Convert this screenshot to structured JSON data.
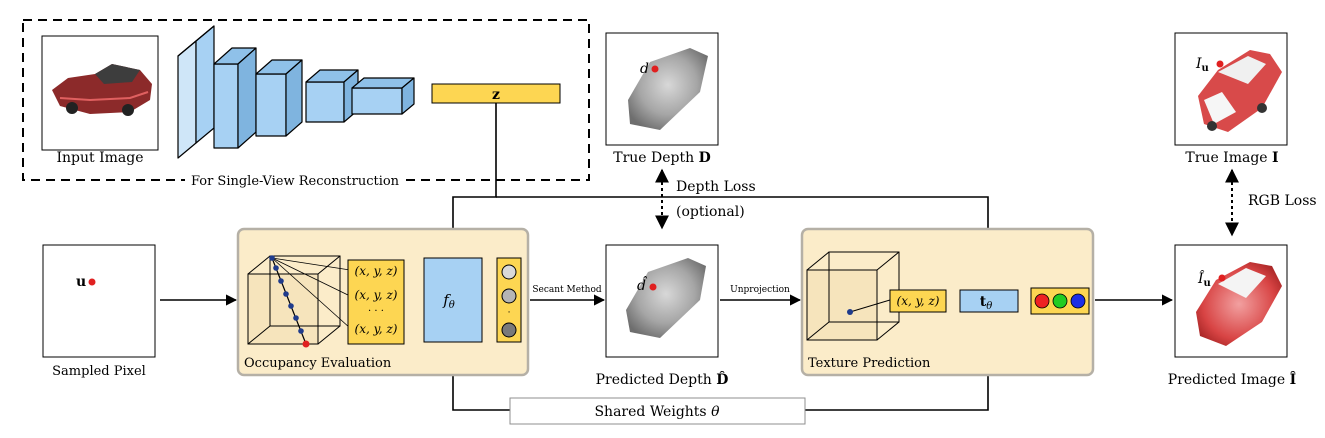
{
  "colors": {
    "encoder_blue": "#a7d1f3",
    "latent_yellow": "#fdd652",
    "panel_fill": "#fbecc9",
    "panel_border": "#b5b0a6",
    "point_red": "#e02020",
    "rgb_red": "#ee2222",
    "rgb_green": "#22cc22",
    "rgb_blue": "#1b2ee6",
    "gray_dots": [
      "#d9d9d9",
      "#b5b5b5",
      "#7a7a7a"
    ]
  },
  "encoder": {
    "region_label": "For Single-View Reconstruction",
    "input_label": "Input Image",
    "latent_label": "z"
  },
  "true_depth": {
    "caption": "True Depth",
    "caption_symbol": "D",
    "point_label": "d"
  },
  "true_image": {
    "caption": "True Image",
    "caption_symbol": "I",
    "point_label": "I",
    "point_sub": "u"
  },
  "losses": {
    "depth_line1": "Depth Loss",
    "depth_line2": "(optional)",
    "rgb": "RGB Loss"
  },
  "sampled_pixel": {
    "caption": "Sampled Pixel",
    "point_label": "u"
  },
  "occupancy": {
    "caption": "Occupancy Evaluation",
    "xyz_rows": [
      "(x, y, z)",
      "(x, y, z)",
      "· · ·",
      "(x, y, z)"
    ],
    "network_label": "f",
    "network_sub": "θ"
  },
  "edges": {
    "secant": "Secant Method",
    "unprojection": "Unprojection"
  },
  "predicted_depth": {
    "caption": "Predicted Depth",
    "caption_symbol": "D̂",
    "point_label": "d̂"
  },
  "texture": {
    "caption": "Texture Prediction",
    "xyz_label": "(x, y, z)",
    "network_label": "t",
    "network_sub": "θ"
  },
  "predicted_image": {
    "caption": "Predicted Image",
    "caption_symbol": "Î",
    "point_label": "Î",
    "point_sub": "u"
  },
  "shared_weights": {
    "label": "Shared Weights",
    "symbol": "θ"
  }
}
